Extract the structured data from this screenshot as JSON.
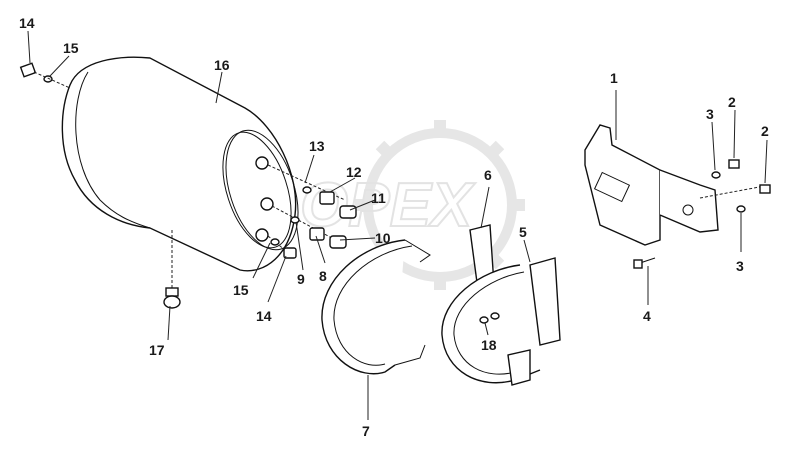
{
  "watermark": {
    "text": "OPEX"
  },
  "callouts": [
    {
      "id": "c1",
      "text": "1"
    },
    {
      "id": "c2a",
      "text": "2"
    },
    {
      "id": "c2b",
      "text": "2"
    },
    {
      "id": "c3a",
      "text": "3"
    },
    {
      "id": "c3b",
      "text": "3"
    },
    {
      "id": "c4",
      "text": "4"
    },
    {
      "id": "c5",
      "text": "5"
    },
    {
      "id": "c6",
      "text": "6"
    },
    {
      "id": "c7",
      "text": "7"
    },
    {
      "id": "c8",
      "text": "8"
    },
    {
      "id": "c9",
      "text": "9"
    },
    {
      "id": "c10",
      "text": "10"
    },
    {
      "id": "c11",
      "text": "11"
    },
    {
      "id": "c12",
      "text": "12"
    },
    {
      "id": "c13",
      "text": "13"
    },
    {
      "id": "c14a",
      "text": "14"
    },
    {
      "id": "c14b",
      "text": "14"
    },
    {
      "id": "c15a",
      "text": "15"
    },
    {
      "id": "c15b",
      "text": "15"
    },
    {
      "id": "c16",
      "text": "16"
    },
    {
      "id": "c17",
      "text": "17"
    },
    {
      "id": "c18",
      "text": "18"
    }
  ]
}
